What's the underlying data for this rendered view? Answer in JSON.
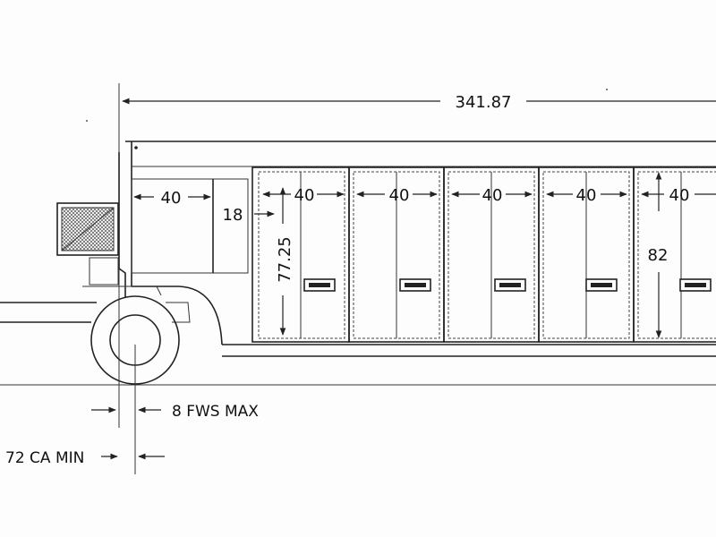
{
  "overall_length": "341.87",
  "front_compartment_width": "40",
  "front_compartment_depth": "18",
  "compartment_height": "77.25",
  "door_height": "82",
  "door_widths": [
    "40",
    "40",
    "40",
    "40",
    "40"
  ],
  "fws_label": "8 FWS MAX",
  "ca_label": "72 CA MIN",
  "colors": {
    "line": "#222222",
    "paper": "#fdfdfd",
    "grille": "#555555"
  }
}
